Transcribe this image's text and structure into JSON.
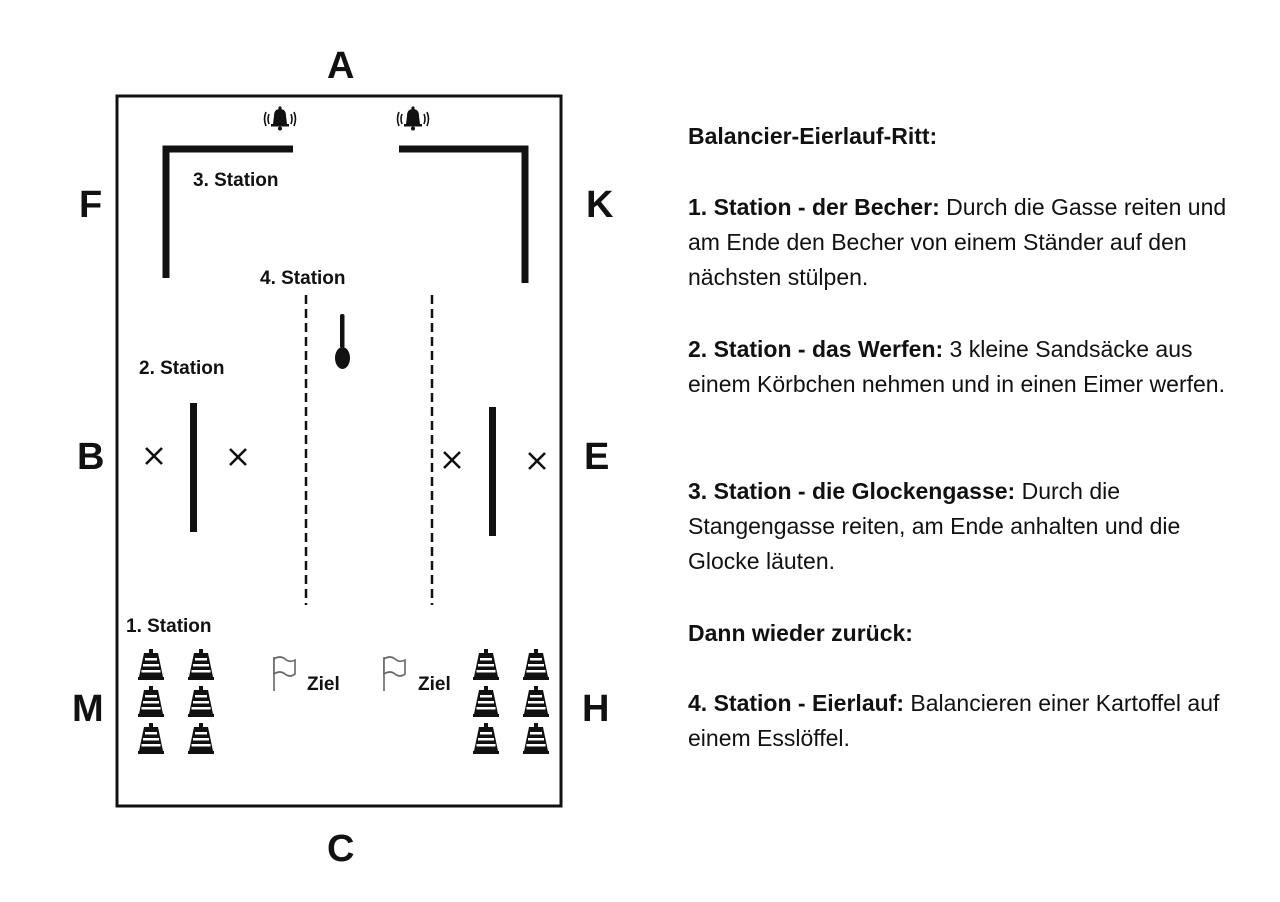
{
  "arena": {
    "letters": {
      "top": "A",
      "bottom": "C",
      "left_upper": "F",
      "left_middle": "B",
      "left_lower": "M",
      "right_upper": "K",
      "right_middle": "E",
      "right_lower": "H"
    },
    "station_labels": {
      "s1": "1. Station",
      "s2": "2. Station",
      "s3": "3. Station",
      "s4": "4. Station"
    },
    "goal_label": "Ziel",
    "icons": [
      "bell-icon",
      "spoon-icon",
      "cone-icon",
      "flag-icon",
      "cross-marker-icon"
    ]
  },
  "description": {
    "title": "Balancier-Eierlauf-Ritt:",
    "stations": [
      {
        "heading": "1. Station - der Becher:",
        "text": " Durch die Gasse reiten und am Ende den Becher von einem Ständer auf den nächsten stülpen."
      },
      {
        "heading": "2. Station - das Werfen:",
        "text": " 3 kleine Sandsäcke aus einem Körbchen nehmen und in einen Eimer werfen."
      },
      {
        "heading": "3. Station - die Glockengasse:",
        "text": " Durch die Stangengasse reiten, am Ende anhalten und die Glocke läuten."
      }
    ],
    "return_text": "Dann wieder zurück:",
    "station4": {
      "heading": "4. Station - Eierlauf:",
      "text": " Balancieren einer Kartoffel auf einem Esslöffel."
    }
  }
}
